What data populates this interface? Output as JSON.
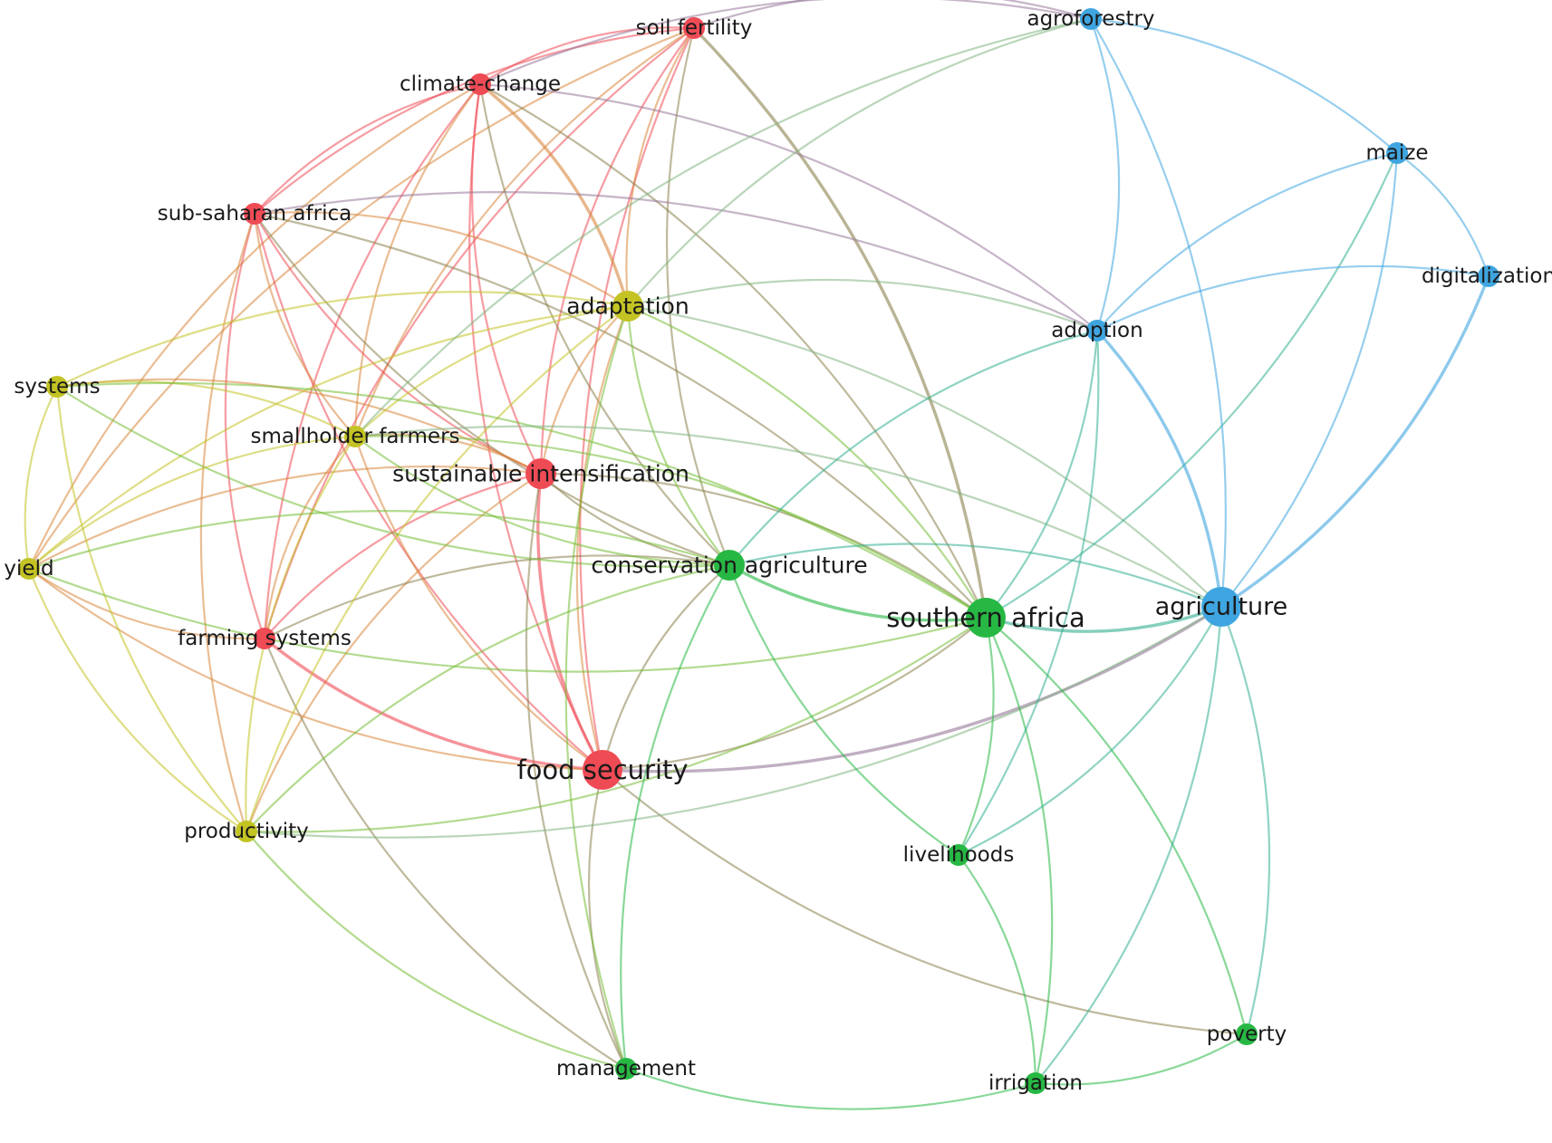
{
  "clusters": {
    "red": "#ef4b55",
    "yellow": "#c3c324",
    "green": "#27b844",
    "blue": "#3fa5e0"
  },
  "nodes": [
    {
      "id": "soil-fertility",
      "label": "soil fertility",
      "cluster": "red",
      "size": "small"
    },
    {
      "id": "climate-change",
      "label": "climate-change",
      "cluster": "red",
      "size": "small"
    },
    {
      "id": "sub-saharan-africa",
      "label": "sub-saharan africa",
      "cluster": "red",
      "size": "small"
    },
    {
      "id": "sustainable-intensification",
      "label": "sustainable intensification",
      "cluster": "red",
      "size": "medium"
    },
    {
      "id": "farming-systems",
      "label": "farming systems",
      "cluster": "red",
      "size": "small"
    },
    {
      "id": "food-security",
      "label": "food security",
      "cluster": "red",
      "size": "large"
    },
    {
      "id": "adaptation",
      "label": "adaptation",
      "cluster": "yellow",
      "size": "medium"
    },
    {
      "id": "systems",
      "label": "systems",
      "cluster": "yellow",
      "size": "small"
    },
    {
      "id": "smallholder-farmers",
      "label": "smallholder farmers",
      "cluster": "yellow",
      "size": "small"
    },
    {
      "id": "yield",
      "label": "yield",
      "cluster": "yellow",
      "size": "small"
    },
    {
      "id": "productivity",
      "label": "productivity",
      "cluster": "yellow",
      "size": "small"
    },
    {
      "id": "conservation-agriculture",
      "label": "conservation agriculture",
      "cluster": "green",
      "size": "medium"
    },
    {
      "id": "southern-africa",
      "label": "southern africa",
      "cluster": "green",
      "size": "large"
    },
    {
      "id": "livelihoods",
      "label": "livelihoods",
      "cluster": "green",
      "size": "small"
    },
    {
      "id": "management",
      "label": "management",
      "cluster": "green",
      "size": "small"
    },
    {
      "id": "irrigation",
      "label": "irrigation",
      "cluster": "green",
      "size": "small"
    },
    {
      "id": "poverty",
      "label": "poverty",
      "cluster": "green",
      "size": "small"
    },
    {
      "id": "agroforestry",
      "label": "agroforestry",
      "cluster": "blue",
      "size": "small"
    },
    {
      "id": "maize",
      "label": "maize",
      "cluster": "blue",
      "size": "small"
    },
    {
      "id": "digitalization",
      "label": "digitalization",
      "cluster": "blue",
      "size": "small"
    },
    {
      "id": "adoption",
      "label": "adoption",
      "cluster": "blue",
      "size": "small"
    },
    {
      "id": "agriculture",
      "label": "agriculture",
      "cluster": "blue",
      "size": "large"
    }
  ],
  "edges": [
    [
      "soil-fertility",
      "climate-change"
    ],
    [
      "soil-fertility",
      "sub-saharan-africa"
    ],
    [
      "soil-fertility",
      "sustainable-intensification"
    ],
    [
      "soil-fertility",
      "farming-systems"
    ],
    [
      "soil-fertility",
      "food-security"
    ],
    [
      "soil-fertility",
      "adaptation"
    ],
    [
      "soil-fertility",
      "smallholder-farmers"
    ],
    [
      "soil-fertility",
      "southern-africa"
    ],
    [
      "soil-fertility",
      "conservation-agriculture"
    ],
    [
      "soil-fertility",
      "agroforestry"
    ],
    [
      "soil-fertility",
      "yield"
    ],
    [
      "climate-change",
      "sub-saharan-africa"
    ],
    [
      "climate-change",
      "sustainable-intensification"
    ],
    [
      "climate-change",
      "farming-systems"
    ],
    [
      "climate-change",
      "food-security"
    ],
    [
      "climate-change",
      "adaptation"
    ],
    [
      "climate-change",
      "smallholder-farmers"
    ],
    [
      "climate-change",
      "conservation-agriculture"
    ],
    [
      "climate-change",
      "southern-africa"
    ],
    [
      "climate-change",
      "agroforestry"
    ],
    [
      "climate-change",
      "adoption"
    ],
    [
      "climate-change",
      "yield"
    ],
    [
      "sub-saharan-africa",
      "sustainable-intensification"
    ],
    [
      "sub-saharan-africa",
      "farming-systems"
    ],
    [
      "sub-saharan-africa",
      "food-security"
    ],
    [
      "sub-saharan-africa",
      "adaptation"
    ],
    [
      "sub-saharan-africa",
      "smallholder-farmers"
    ],
    [
      "sub-saharan-africa",
      "conservation-agriculture"
    ],
    [
      "sub-saharan-africa",
      "southern-africa"
    ],
    [
      "sub-saharan-africa",
      "productivity"
    ],
    [
      "sub-saharan-africa",
      "adoption"
    ],
    [
      "sustainable-intensification",
      "farming-systems"
    ],
    [
      "sustainable-intensification",
      "food-security"
    ],
    [
      "sustainable-intensification",
      "adaptation"
    ],
    [
      "sustainable-intensification",
      "smallholder-farmers"
    ],
    [
      "sustainable-intensification",
      "conservation-agriculture"
    ],
    [
      "sustainable-intensification",
      "southern-africa"
    ],
    [
      "sustainable-intensification",
      "systems"
    ],
    [
      "sustainable-intensification",
      "yield"
    ],
    [
      "sustainable-intensification",
      "productivity"
    ],
    [
      "sustainable-intensification",
      "management"
    ],
    [
      "farming-systems",
      "food-security"
    ],
    [
      "farming-systems",
      "smallholder-farmers"
    ],
    [
      "farming-systems",
      "conservation-agriculture"
    ],
    [
      "farming-systems",
      "management"
    ],
    [
      "farming-systems",
      "yield"
    ],
    [
      "food-security",
      "adaptation"
    ],
    [
      "food-security",
      "smallholder-farmers"
    ],
    [
      "food-security",
      "conservation-agriculture"
    ],
    [
      "food-security",
      "southern-africa"
    ],
    [
      "food-security",
      "agriculture"
    ],
    [
      "food-security",
      "yield"
    ],
    [
      "food-security",
      "management"
    ],
    [
      "food-security",
      "poverty"
    ],
    [
      "adaptation",
      "smallholder-farmers"
    ],
    [
      "adaptation",
      "systems"
    ],
    [
      "adaptation",
      "yield"
    ],
    [
      "adaptation",
      "productivity"
    ],
    [
      "adaptation",
      "conservation-agriculture"
    ],
    [
      "adaptation",
      "southern-africa"
    ],
    [
      "adaptation",
      "agroforestry"
    ],
    [
      "adaptation",
      "adoption"
    ],
    [
      "adaptation",
      "agriculture"
    ],
    [
      "adaptation",
      "management"
    ],
    [
      "systems",
      "smallholder-farmers"
    ],
    [
      "systems",
      "yield"
    ],
    [
      "systems",
      "productivity"
    ],
    [
      "systems",
      "conservation-agriculture"
    ],
    [
      "systems",
      "southern-africa"
    ],
    [
      "smallholder-farmers",
      "yield"
    ],
    [
      "smallholder-farmers",
      "productivity"
    ],
    [
      "smallholder-farmers",
      "conservation-agriculture"
    ],
    [
      "smallholder-farmers",
      "southern-africa"
    ],
    [
      "smallholder-farmers",
      "agroforestry"
    ],
    [
      "smallholder-farmers",
      "agriculture"
    ],
    [
      "yield",
      "productivity"
    ],
    [
      "yield",
      "conservation-agriculture"
    ],
    [
      "yield",
      "southern-africa"
    ],
    [
      "productivity",
      "conservation-agriculture"
    ],
    [
      "productivity",
      "southern-africa"
    ],
    [
      "productivity",
      "agriculture"
    ],
    [
      "productivity",
      "management"
    ],
    [
      "conservation-agriculture",
      "southern-africa"
    ],
    [
      "conservation-agriculture",
      "agriculture"
    ],
    [
      "conservation-agriculture",
      "adoption"
    ],
    [
      "conservation-agriculture",
      "livelihoods"
    ],
    [
      "conservation-agriculture",
      "management"
    ],
    [
      "southern-africa",
      "agriculture"
    ],
    [
      "southern-africa",
      "adoption"
    ],
    [
      "southern-africa",
      "livelihoods"
    ],
    [
      "southern-africa",
      "irrigation"
    ],
    [
      "southern-africa",
      "poverty"
    ],
    [
      "southern-africa",
      "maize"
    ],
    [
      "livelihoods",
      "irrigation"
    ],
    [
      "livelihoods",
      "adoption"
    ],
    [
      "livelihoods",
      "agriculture"
    ],
    [
      "management",
      "irrigation"
    ],
    [
      "irrigation",
      "poverty"
    ],
    [
      "irrigation",
      "agriculture"
    ],
    [
      "poverty",
      "agriculture"
    ],
    [
      "agroforestry",
      "maize"
    ],
    [
      "agroforestry",
      "adoption"
    ],
    [
      "agroforestry",
      "agriculture"
    ],
    [
      "maize",
      "digitalization"
    ],
    [
      "maize",
      "agriculture"
    ],
    [
      "maize",
      "adoption"
    ],
    [
      "digitalization",
      "adoption"
    ],
    [
      "digitalization",
      "agriculture"
    ],
    [
      "adoption",
      "agriculture"
    ]
  ],
  "strong_edges": [
    [
      "farming-systems",
      "food-security"
    ],
    [
      "food-security",
      "agriculture"
    ],
    [
      "southern-africa",
      "agriculture"
    ],
    [
      "conservation-agriculture",
      "southern-africa"
    ],
    [
      "adoption",
      "agriculture"
    ],
    [
      "digitalization",
      "agriculture"
    ],
    [
      "climate-change",
      "adaptation"
    ],
    [
      "soil-fertility",
      "southern-africa"
    ],
    [
      "sustainable-intensification",
      "food-security"
    ]
  ]
}
